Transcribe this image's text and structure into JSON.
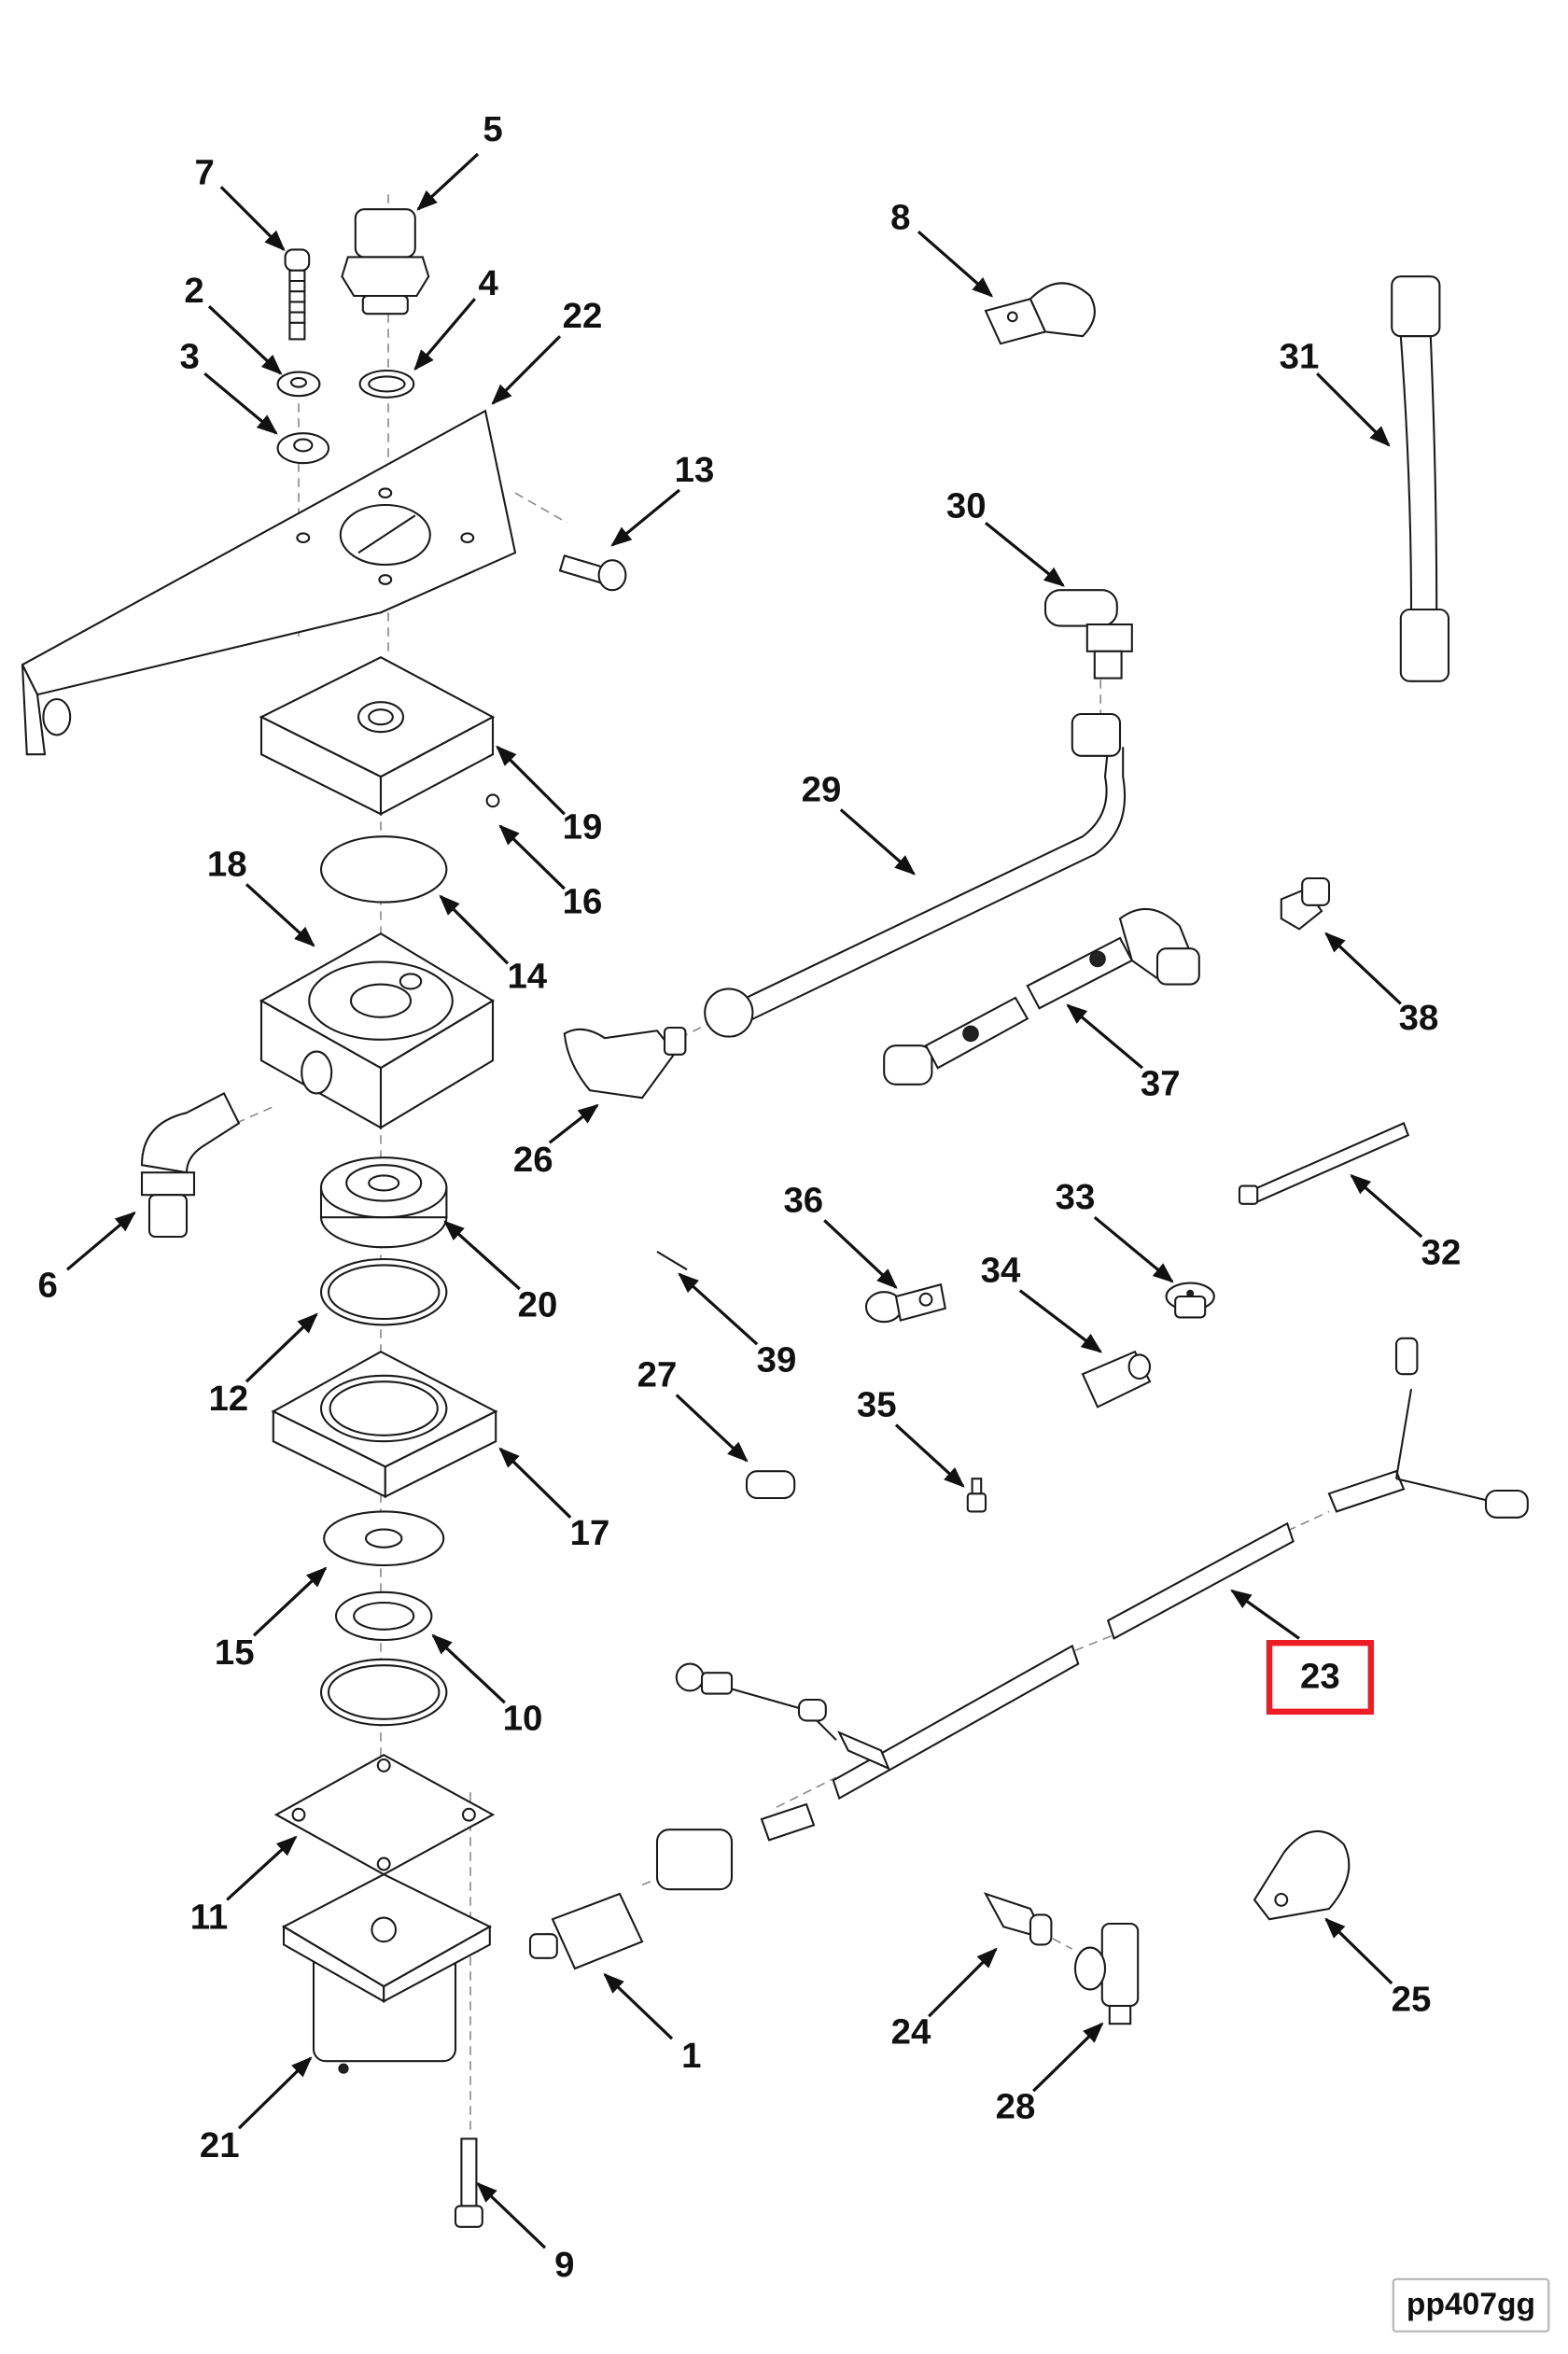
{
  "figure_id": "pp407gg",
  "highlight": {
    "callout": "23",
    "color": "#ee1c24"
  },
  "callouts": [
    {
      "id": "1",
      "label": "1"
    },
    {
      "id": "2",
      "label": "2"
    },
    {
      "id": "3",
      "label": "3"
    },
    {
      "id": "4",
      "label": "4"
    },
    {
      "id": "5",
      "label": "5"
    },
    {
      "id": "6",
      "label": "6"
    },
    {
      "id": "7",
      "label": "7"
    },
    {
      "id": "8",
      "label": "8"
    },
    {
      "id": "9",
      "label": "9"
    },
    {
      "id": "10",
      "label": "10"
    },
    {
      "id": "11",
      "label": "11"
    },
    {
      "id": "12",
      "label": "12"
    },
    {
      "id": "13",
      "label": "13"
    },
    {
      "id": "14",
      "label": "14"
    },
    {
      "id": "15",
      "label": "15"
    },
    {
      "id": "16",
      "label": "16"
    },
    {
      "id": "17",
      "label": "17"
    },
    {
      "id": "18",
      "label": "18"
    },
    {
      "id": "19",
      "label": "19"
    },
    {
      "id": "20",
      "label": "20"
    },
    {
      "id": "21",
      "label": "21"
    },
    {
      "id": "22",
      "label": "22"
    },
    {
      "id": "23",
      "label": "23"
    },
    {
      "id": "24",
      "label": "24"
    },
    {
      "id": "25",
      "label": "25"
    },
    {
      "id": "26",
      "label": "26"
    },
    {
      "id": "27",
      "label": "27"
    },
    {
      "id": "28",
      "label": "28"
    },
    {
      "id": "29",
      "label": "29"
    },
    {
      "id": "30",
      "label": "30"
    },
    {
      "id": "31",
      "label": "31"
    },
    {
      "id": "32",
      "label": "32"
    },
    {
      "id": "33",
      "label": "33"
    },
    {
      "id": "34",
      "label": "34"
    },
    {
      "id": "35",
      "label": "35"
    },
    {
      "id": "36",
      "label": "36"
    },
    {
      "id": "37",
      "label": "37"
    },
    {
      "id": "38",
      "label": "38"
    },
    {
      "id": "39",
      "label": "39"
    }
  ]
}
